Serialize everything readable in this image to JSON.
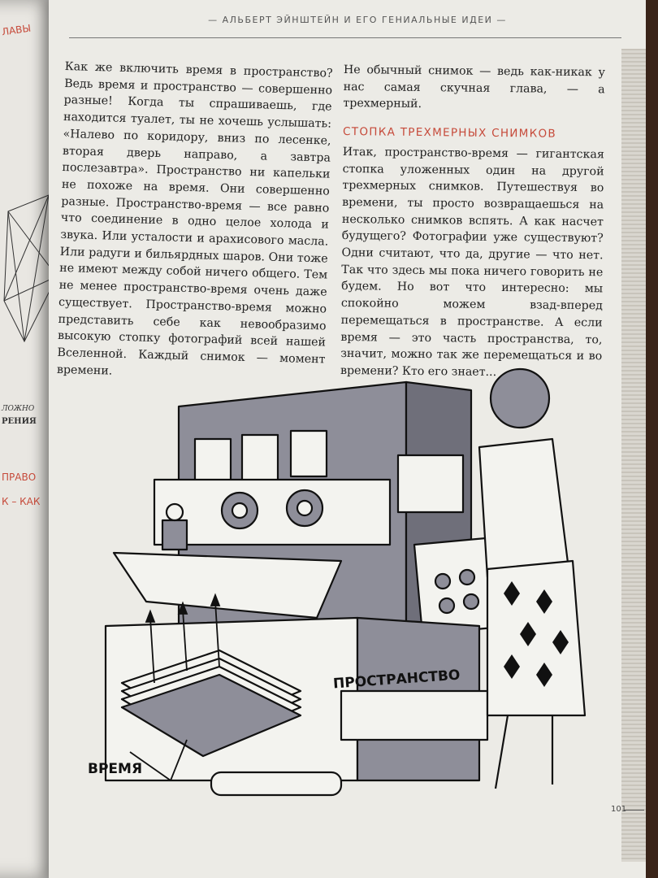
{
  "left_page": {
    "fragments_red": [
      "ЛАВЫ",
      "ПРАВО",
      "К – КАК"
    ],
    "fragments_dark": [
      "РЕНИЯ",
      "ЛОЖНО"
    ]
  },
  "header": {
    "running_title": "— АЛЬБЕРТ ЭЙНШТЕЙН И ЕГО ГЕНИАЛЬНЫЕ ИДЕИ —"
  },
  "left_column": {
    "text": "Как же включить время в пространство? Ведь время и пространство — совершенно разные! Когда ты спрашиваешь, где находится туалет, ты не хочешь услышать: «Налево по коридору, вниз по лесенке, вторая дверь направо, а завтра послезавтра». Пространство ни капельки не похоже на время. Они совершенно разные. Пространство-время — все равно что соединение в одно целое холода и звука. Или усталости и арахисового масла. Или радуги и бильярдных шаров. Они тоже не имеют между собой ничего общего. Тем не менее пространство-время очень даже существует. Пространство-время можно представить себе как невообразимо высокую стопку фотографий всей нашей Вселенной. Каждый снимок — момент времени."
  },
  "right_column": {
    "intro": "Не обычный снимок — ведь как-никак у нас самая скучная глава, — а трехмерный.",
    "subheading": "СТОПКА ТРЕХМЕРНЫХ СНИМКОВ",
    "body": "Итак, пространство-время — гигантская стопка уложенных один на другой трехмерных снимков. Путешествуя во времени, ты просто возвращаешься на несколько снимков вспять. А как насчет будущего? Фотографии уже существуют? Одни считают, что да, другие — что нет. Так что здесь мы пока ничего говорить не будем. Но вот что интересно: мы спокойно можем взад-вперед перемещаться в пространстве. А если время — это часть пространства, то, значит, можно так же перемещаться и во времени? Кто его знает..."
  },
  "illustration": {
    "label_space": "ПРОСТРАНСТВО",
    "label_time": "ВРЕМЯ"
  },
  "footer": {
    "page_number": "101"
  },
  "colors": {
    "accent": "#c64a3a",
    "machine_gray": "#8e8e99",
    "paper": "#ecebe6"
  }
}
